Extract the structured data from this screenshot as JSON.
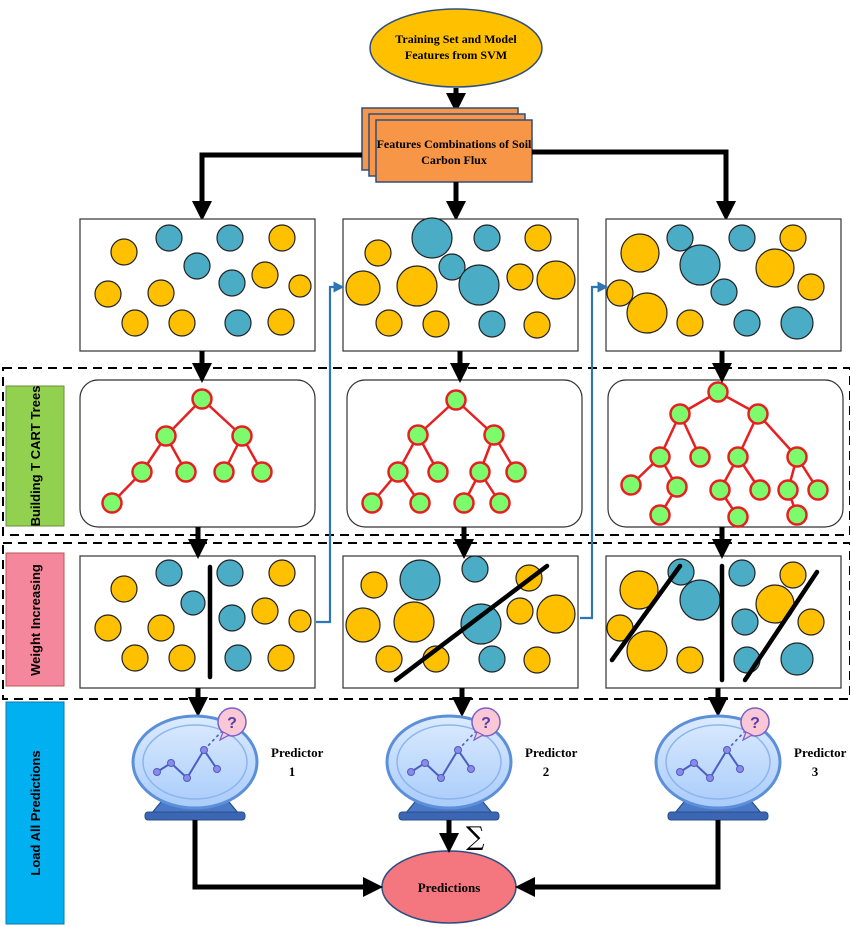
{
  "start_node": {
    "line1": "Training Set and Model",
    "line2": "Features from SVM"
  },
  "features_node": {
    "line1": "Features Combinations of Soil",
    "line2": "Carbon Flux"
  },
  "side_labels": {
    "building": "Building T CART Trees",
    "weight": "Weight Increasing",
    "load": "Load All Predictions"
  },
  "predictors": [
    {
      "name": "Predictor",
      "number": "1"
    },
    {
      "name": "Predictor",
      "number": "2"
    },
    {
      "name": "Predictor",
      "number": "3"
    }
  ],
  "sigma": "∑",
  "question_mark": "?",
  "predictions_node": "Predictions",
  "colors": {
    "yellow": "#FFC000",
    "teal": "#4BACC6",
    "orange": "#F79646",
    "green_box": "#92D050",
    "pink_box": "#F4879B",
    "blue_box": "#00B0F0",
    "tree_node": "#7CFC6C",
    "tree_edge": "#E62020",
    "predictions": "#F4777F",
    "flow_blue": "#2E75B6"
  }
}
